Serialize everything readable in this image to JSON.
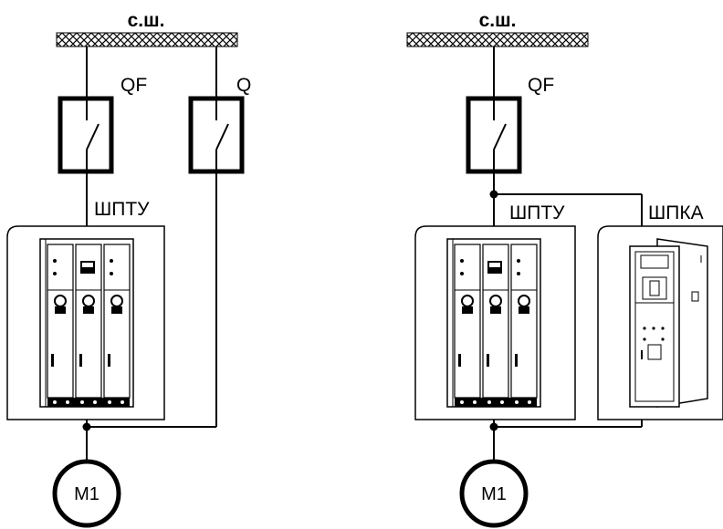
{
  "left_diagram": {
    "busbar_label": "с.ш.",
    "breaker_qf_label": "QF",
    "switch_q_label": "Q",
    "cabinet_label": "ШПТУ",
    "motor_label": "M1"
  },
  "right_diagram": {
    "busbar_label": "с.ш.",
    "breaker_qf_label": "QF",
    "cabinet_label": "ШПТУ",
    "cabinet2_label": "ШПКА",
    "motor_label": "M1"
  },
  "colors": {
    "line": "#000000",
    "background": "#ffffff"
  }
}
